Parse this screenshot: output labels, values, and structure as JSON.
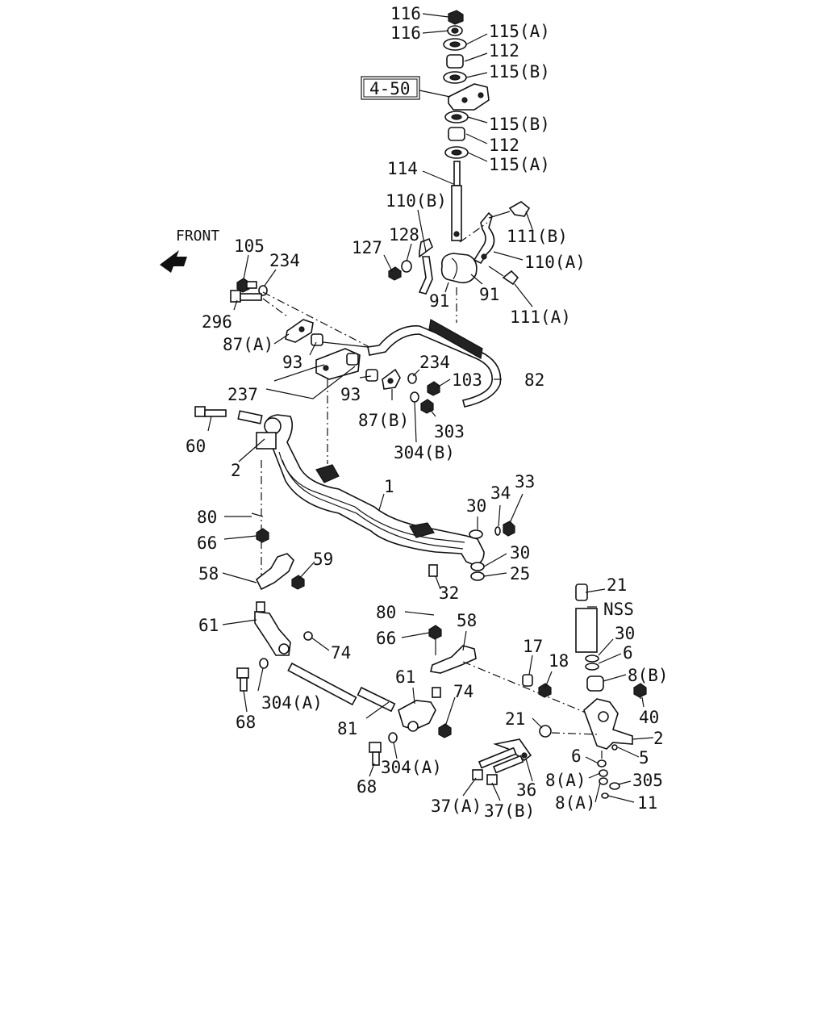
{
  "diagram": {
    "front_label": "FRONT",
    "ref_box": "4-50",
    "callouts": {
      "p116a": "116",
      "p116b": "116",
      "p115a_top": "115(A)",
      "p112_top": "112",
      "p115b_top": "115(B)",
      "p115b_mid": "115(B)",
      "p112_mid": "112",
      "p115a_mid": "115(A)",
      "p114": "114",
      "p110b": "110(B)",
      "p111b": "111(B)",
      "p127": "127",
      "p128": "128",
      "p110a": "110(A)",
      "p91a": "91",
      "p91b": "91",
      "p111a": "111(A)",
      "p105": "105",
      "p234a": "234",
      "p296": "296",
      "p87a": "87(A)",
      "p93a": "93",
      "p237": "237",
      "p93b": "93",
      "p234b": "234",
      "p103": "103",
      "p82": "82",
      "p87b": "87(B)",
      "p303": "303",
      "p304b": "304(B)",
      "p60": "60",
      "p2a": "2",
      "p1": "1",
      "p30a": "30",
      "p34": "34",
      "p33": "33",
      "p80a": "80",
      "p66a": "66",
      "p30b": "30",
      "p25": "25",
      "p58a": "58",
      "p59": "59",
      "p32": "32",
      "p61a": "61",
      "p74a": "74",
      "p304a1": "304(A)",
      "p68a": "68",
      "p80b": "80",
      "p66b": "66",
      "p58b": "58",
      "p21a": "21",
      "pNSS": "NSS",
      "p30c": "30",
      "p6a": "6",
      "p8b": "8(B)",
      "p17": "17",
      "p18": "18",
      "p61b": "61",
      "p74b": "74",
      "p40": "40",
      "p81": "81",
      "p21b": "21",
      "p2b": "2",
      "p5": "5",
      "p6b": "6",
      "p8a1": "8(A)",
      "p305": "305",
      "p8a2": "8(A)",
      "p11": "11",
      "p304a2": "304(A)",
      "p68b": "68",
      "p36": "36",
      "p37a": "37(A)",
      "p37b": "37(B)"
    }
  }
}
